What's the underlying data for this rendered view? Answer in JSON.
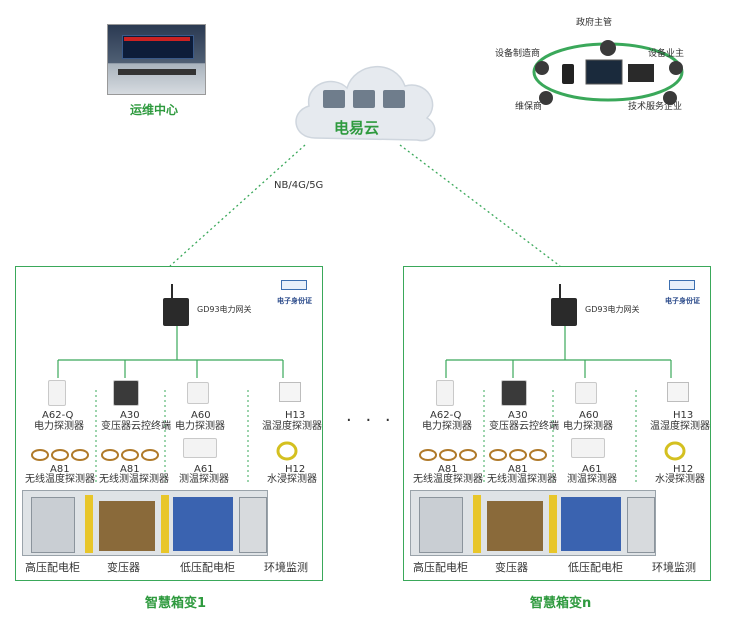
{
  "ops_center": {
    "label": "运维中心"
  },
  "cloud": {
    "label": "电易云"
  },
  "network": {
    "label": "NB/4G/5G"
  },
  "stakeholders": {
    "gov": "政府主管",
    "manufacturer": "设备制造商",
    "owner": "设备业主",
    "maintainer": "维保商",
    "tech_service": "技术服务企业"
  },
  "panels": [
    {
      "title": "智慧箱变1",
      "gateway": "GD93电力网关",
      "id_card": "电子身份证",
      "devices": [
        {
          "model": "A62-Q",
          "name": "电力探测器"
        },
        {
          "model": "A30",
          "name": "变压器云控终端"
        },
        {
          "model": "A60",
          "name": "电力探测器"
        },
        {
          "model": "H13",
          "name": "温湿度探测器"
        },
        {
          "model": "A81",
          "name": "无线温度探测器"
        },
        {
          "model": "A81",
          "name": "无线测温探测器"
        },
        {
          "model": "A61",
          "name": "测温探测器"
        },
        {
          "model": "H12",
          "name": "水浸探测器"
        }
      ],
      "sections": [
        "高压配电柜",
        "变压器",
        "低压配电柜",
        "环境监测"
      ]
    },
    {
      "title": "智慧箱变n",
      "gateway": "GD93电力网关",
      "id_card": "电子身份证",
      "devices": [
        {
          "model": "A62-Q",
          "name": "电力探测器"
        },
        {
          "model": "A30",
          "name": "变压器云控终端"
        },
        {
          "model": "A60",
          "name": "电力探测器"
        },
        {
          "model": "H13",
          "name": "温湿度探测器"
        },
        {
          "model": "A81",
          "name": "无线温度探测器"
        },
        {
          "model": "A81",
          "name": "无线测温探测器"
        },
        {
          "model": "A61",
          "name": "测温探测器"
        },
        {
          "model": "H12",
          "name": "水浸探测器"
        }
      ],
      "sections": [
        "高压配电柜",
        "变压器",
        "低压配电柜",
        "环境监测"
      ]
    }
  ],
  "ellipsis": "· · ·",
  "colors": {
    "accent": "#2e9a3e",
    "border": "#3aa85a",
    "cloud": "#e6eaef"
  }
}
